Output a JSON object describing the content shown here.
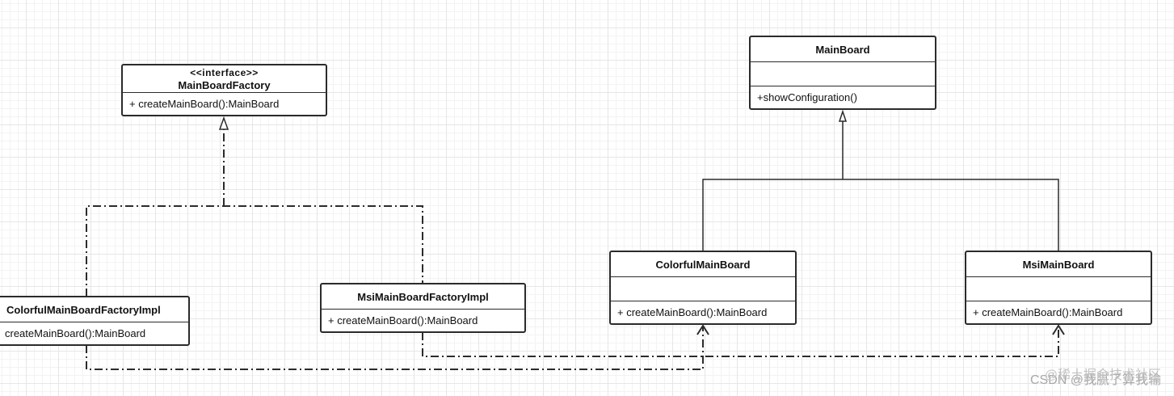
{
  "interface": {
    "stereotype": "<<interface>>",
    "name": "MainBoardFactory",
    "method": "+ createMainBoard():MainBoard"
  },
  "colorful_factory": {
    "name": "ColorfulMainBoardFactoryImpl",
    "method": "createMainBoard():MainBoard"
  },
  "msi_factory": {
    "name": "MsiMainBoardFactoryImpl",
    "method": "+ createMainBoard():MainBoard"
  },
  "mainboard": {
    "name": "MainBoard",
    "method": "+showConfiguration()"
  },
  "colorful_board": {
    "name": "ColorfulMainBoard",
    "method": "+ createMainBoard():MainBoard"
  },
  "msi_board": {
    "name": "MsiMainBoard",
    "method": "+ createMainBoard():MainBoard"
  },
  "watermark": {
    "line1": "@稀土掘金技术社区",
    "line2": "CSDN @我腻了算我输"
  },
  "colors": {
    "line": "#2b2b2b",
    "grid": "#e6e6e6"
  }
}
